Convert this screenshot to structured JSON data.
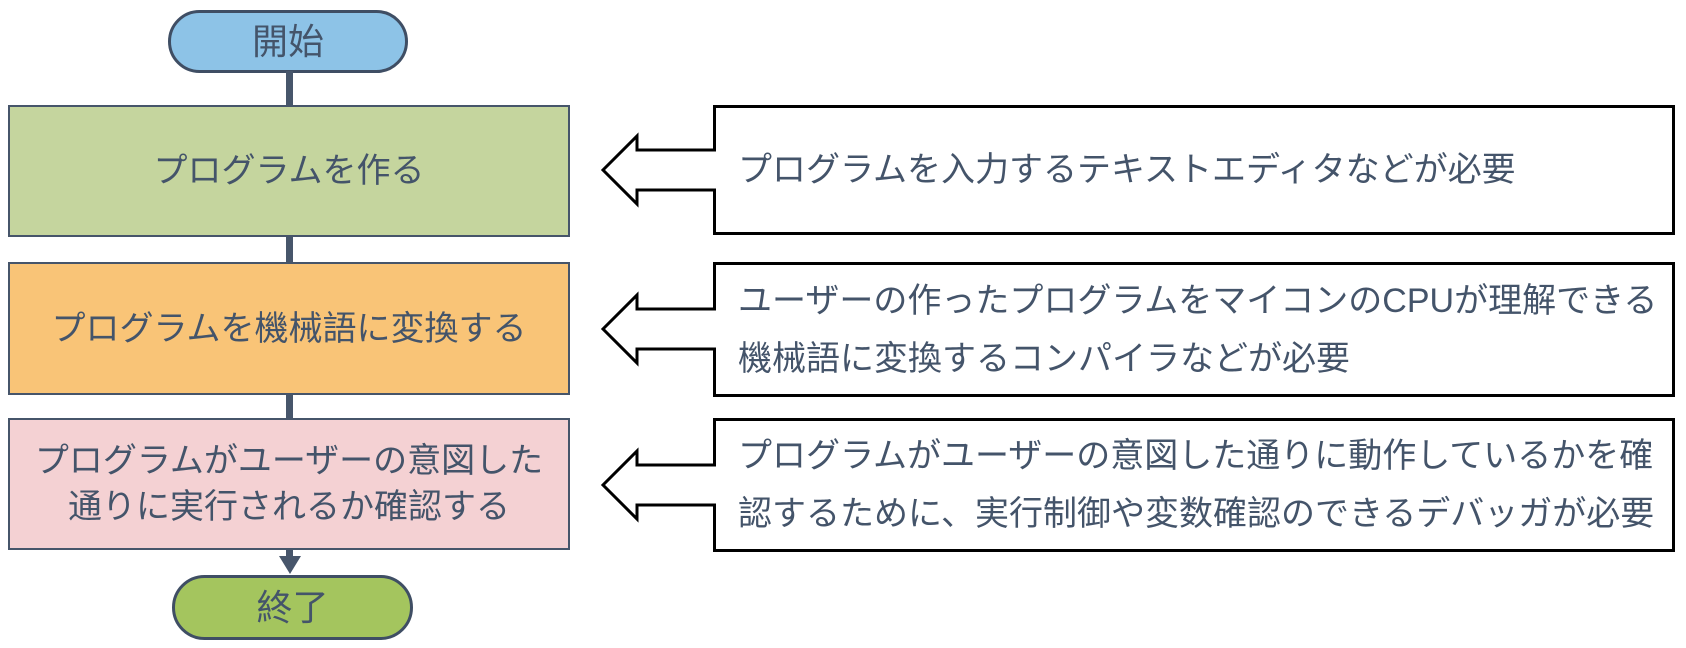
{
  "colors": {
    "text": "#44546A",
    "connector_line": "#47566B",
    "flow_box_border": "#46556A",
    "terminal_border": "#3F4E64",
    "annotation_border": "#000000",
    "annotation_fill": "#FFFFFF",
    "start_fill": "#8DC3E7",
    "step1_fill": "#C5D59E",
    "step2_fill": "#F9C477",
    "step3_fill": "#F4D1D3",
    "end_fill": "#A4C55E"
  },
  "flowchart": {
    "start_label": "開始",
    "steps": [
      {
        "lines": [
          "プログラムを作る"
        ]
      },
      {
        "lines": [
          "プログラムを機械語に変換する"
        ]
      },
      {
        "lines": [
          "プログラムがユーザーの意図した",
          "通りに実行されるか確認する"
        ]
      }
    ],
    "end_label": "終了"
  },
  "annotations": [
    {
      "lines": [
        "プログラムを入力するテキストエディタなどが必要"
      ]
    },
    {
      "lines": [
        "ユーザーの作ったプログラムをマイコンのCPUが理解できる",
        "機械語に変換するコンパイラなどが必要"
      ]
    },
    {
      "lines": [
        "プログラムがユーザーの意図した通りに動作しているかを確",
        "認するために、実行制御や変数確認のできるデバッガが必要"
      ]
    }
  ]
}
